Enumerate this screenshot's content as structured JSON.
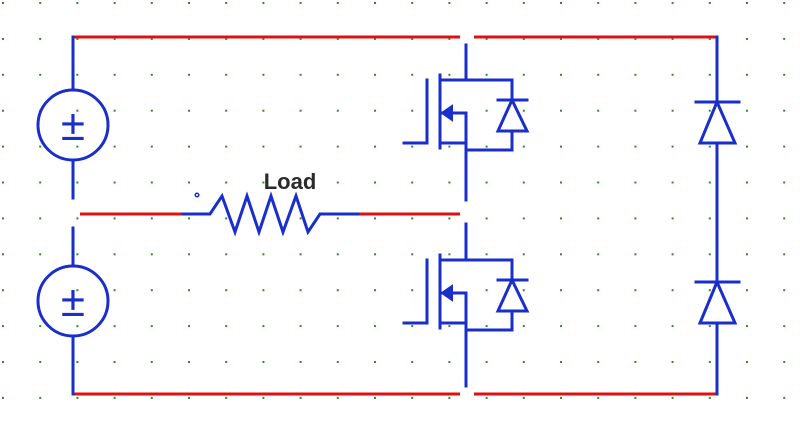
{
  "schematic": {
    "load_label": "Load",
    "source_symbol": "±"
  },
  "colors": {
    "background": "#ffffff",
    "grid_dot": "#2e8b2e",
    "component": "#1a2ecc",
    "node_wire": "#e01010",
    "label": "#2b2b2b"
  },
  "components": {
    "sources": [
      "voltage-source-top",
      "voltage-source-bottom"
    ],
    "load": "resistor-load",
    "switches": [
      "mosfet-top",
      "mosfet-bottom"
    ],
    "antiparallel_diodes": [
      "body-diode-top",
      "body-diode-bottom"
    ],
    "clamp_diodes": [
      "diode-right-top",
      "diode-right-bottom"
    ]
  }
}
